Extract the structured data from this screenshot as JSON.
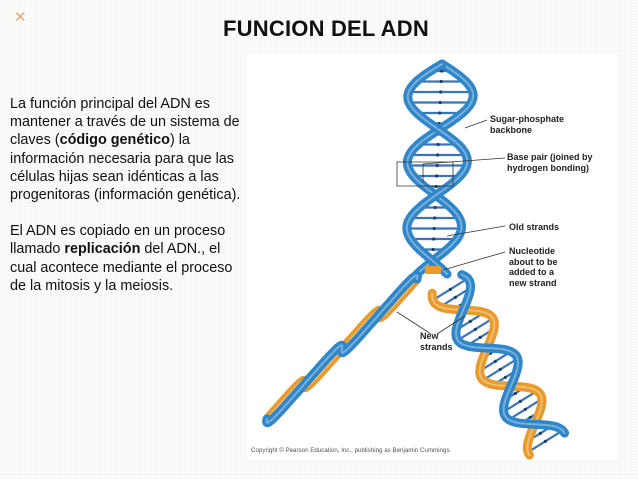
{
  "slide": {
    "title": "FUNCION DEL ADN",
    "bullet_icon": "x-mark-icon",
    "paragraph1": {
      "before": "La función principal del ADN es mantener a través de un sistema de claves (",
      "bold": "código genético",
      "after": ") la información necesaria para que las células hijas sean idénticas a las progenitoras (información genética)."
    },
    "paragraph2": {
      "before": "El ADN es copiado en un proceso llamado ",
      "bold": "replicación",
      "after": " del ADN., el cual acontece mediante el proceso de la mitosis  y la meiosis."
    }
  },
  "figure": {
    "labels": {
      "backbone": "Sugar-phosphate\nbackbone",
      "base_pair": "Base pair (joined by\nhydrogen bonding)",
      "old_strands": "Old strands",
      "nucleotide": "Nucleotide\nabout to be\nadded to a\nnew strand",
      "new_strands": "New\nstrands"
    },
    "copyright": "Copyright © Pearson Education, Inc., publishing as Benjamin Cummings.",
    "colors": {
      "old_strand": "#2f86c8",
      "new_strand": "#e89a2a",
      "base_pair": "#3b74b8"
    }
  }
}
